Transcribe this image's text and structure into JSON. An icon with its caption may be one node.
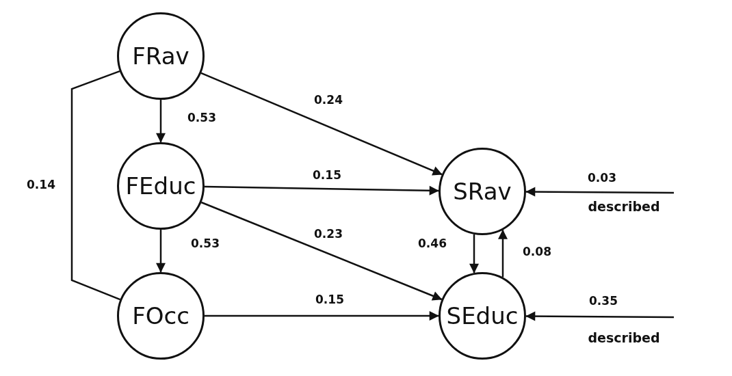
{
  "diagram": {
    "nodes": [
      {
        "text": [
          "FRav"
        ]
      },
      {
        "text": [
          "FEduc"
        ]
      },
      {
        "text": [
          "FOcc"
        ]
      },
      {
        "text": [
          "SRav"
        ]
      },
      {
        "text": [
          "SEduc"
        ]
      }
    ],
    "edges": [
      {
        "from": 0,
        "to": 1,
        "arrow": "to",
        "label": "0.53"
      },
      {
        "from": 0,
        "to": 3,
        "arrow": "to",
        "label": "0.24"
      },
      {
        "from": 0,
        "to": 2,
        "arrow": "none",
        "label": "0.14"
      },
      {
        "from": 1,
        "to": 3,
        "arrow": "to",
        "label": "0.15"
      },
      {
        "from": 1,
        "to": 4,
        "arrow": "to",
        "label": "0.23"
      },
      {
        "from": 1,
        "to": 2,
        "arrow": "to",
        "label": "0.53"
      },
      {
        "from": 2,
        "to": 4,
        "arrow": "to",
        "label": "0.15"
      },
      {
        "from": 3,
        "to": 4,
        "arrow": "to",
        "label": "0.46"
      },
      {
        "from": 4,
        "to": 3,
        "arrow": "to",
        "label": "0.08"
      },
      {
        "from": null,
        "to": 3,
        "arrow": "to",
        "label": "0.03"
      },
      {
        "from": null,
        "to": 4,
        "arrow": "to",
        "label": "0.35"
      }
    ],
    "labels": [
      "described",
      "described"
    ]
  }
}
